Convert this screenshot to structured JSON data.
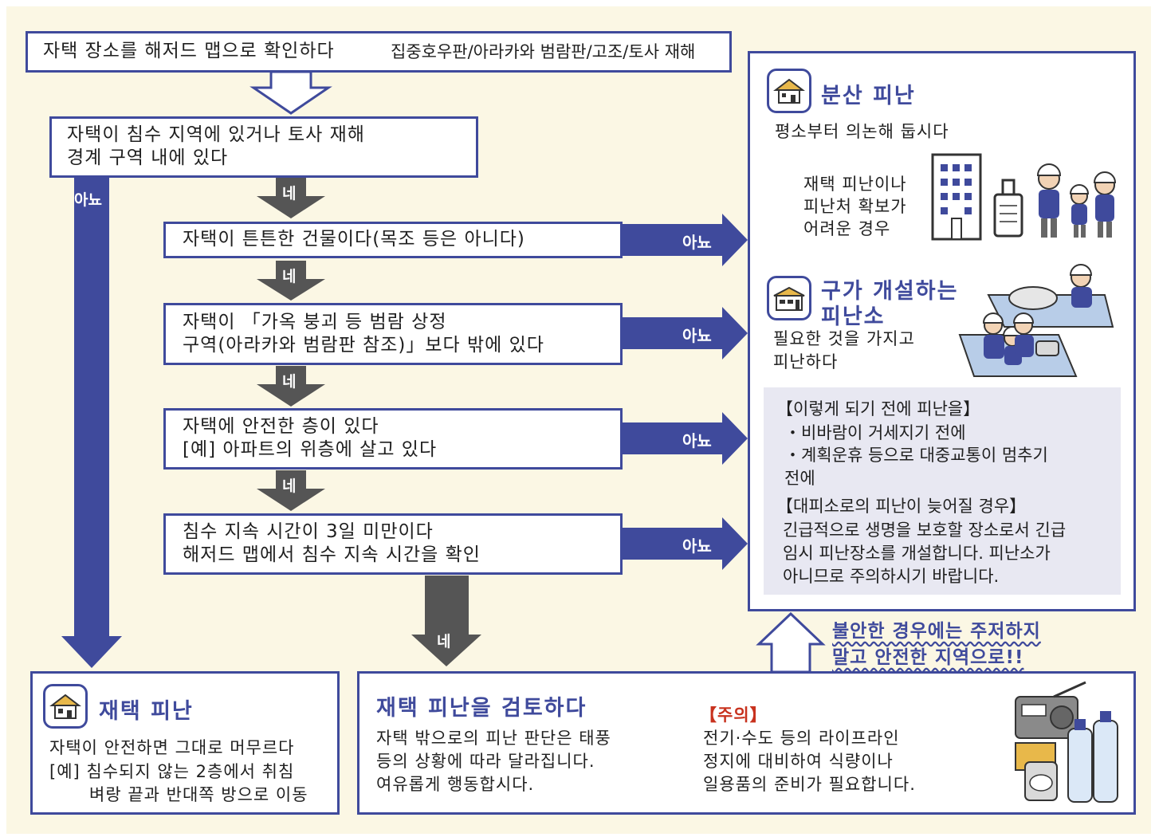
{
  "top": {
    "main": "자택 장소를 해저드 맵으로 확인하다",
    "sub": "집중호우판/아라카와 범람판/고조/토사 재해"
  },
  "flow": {
    "q1": [
      "자택이 침수 지역에 있거나 토사 재해",
      "경계 구역 내에 있다"
    ],
    "q2": "자택이 튼튼한 건물이다(목조 등은 아니다)",
    "q3": [
      "자택이 「가옥 붕괴 등 범람 상정",
      "구역(아라카와 범람판 참조)」보다 밖에 있다"
    ],
    "q4": [
      "자택에 안전한 층이 있다",
      "[예] 아파트의 위층에 살고 있다"
    ],
    "q5": [
      "침수 지속 시간이 3일 미만이다",
      "해저드 맵에서 침수 지속 시간을 확인"
    ],
    "yes": "네",
    "no": "아뇨"
  },
  "right": {
    "dispersed_title": "분산 피난",
    "dispersed_sub": "평소부터 의논해 둡시다",
    "difficult": [
      "재택 피난이나",
      "피난처 확보가",
      "어려운 경우"
    ],
    "shelter_title": [
      "구가 개설하는",
      "피난소"
    ],
    "shelter_sub": [
      "필요한 것을 가지고",
      "피난하다"
    ],
    "note_lines": [
      "【이렇게 되기 전에 피난을】",
      "・비바람이 거세지기 전에",
      "・계획운휴 등으로 대중교통이 멈추기",
      "  전에",
      "【대피소로의 피난이 늦어질 경우】",
      "긴급적으로 생명을 보호할 장소로서 긴급",
      "임시 피난장소를 개설합니다. 피난소가",
      "아니므로 주의하시기 바랍니다."
    ],
    "warning": [
      "불안한 경우에는 주저하지",
      "말고 안전한 지역으로!!"
    ]
  },
  "home": {
    "title": "재택 피난",
    "lines": [
      "자택이 안전하면 그대로 머무르다",
      "[예] 침수되지 않는 2층에서 취침",
      "벼랑 끝과 반대쪽 방으로 이동"
    ]
  },
  "consider": {
    "title": "재택 피난을 검토하다",
    "lines": [
      "자택 밖으로의 피난 판단은 태풍",
      "등의 상황에 따라 달라집니다.",
      "여유롭게 행동합시다."
    ],
    "caution_label": "【주의】",
    "caution_lines": [
      "전기·수도 등의 라이프라인",
      "정지에 대비하여 식량이나",
      "일용품의 준비가 필요합니다."
    ]
  },
  "colors": {
    "navy": "#3f4a9c",
    "dark": "#555555",
    "bg": "#fbf7e4",
    "note": "#e8e8f2",
    "caution": "#c8321e"
  }
}
